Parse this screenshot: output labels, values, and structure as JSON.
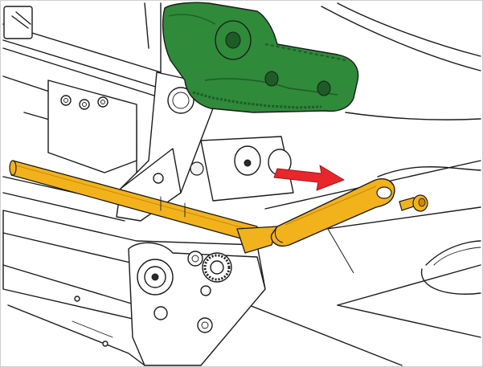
{
  "figure": {
    "colors": {
      "lever_green": "#2f8a3a",
      "lever_green_dark": "#1e5c27",
      "part_yellow": "#f2b21c",
      "part_yellow_dark": "#c98a0a",
      "arrow_red": "#e8262b",
      "line_black": "#1a1a1a",
      "border_gray": "#cfcfcf",
      "background": "#ffffff"
    },
    "parts": {
      "green_lever": "green-lever",
      "yellow_rod": "yellow-rod",
      "yellow_handle": "yellow-handle",
      "yellow_screw": "yellow-screw",
      "red_arrow": "direction-arrow-icon"
    }
  }
}
